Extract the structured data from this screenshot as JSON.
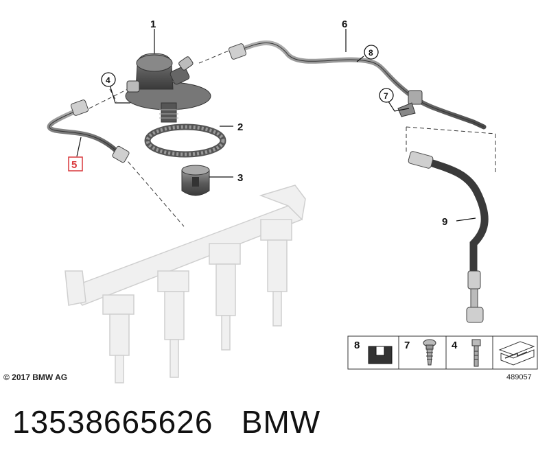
{
  "callouts": {
    "c1": "1",
    "c2": "2",
    "c3": "3",
    "c4": "4",
    "c5": "5",
    "c6": "6",
    "c7": "7",
    "c8": "8",
    "c9": "9"
  },
  "legend": {
    "items": [
      {
        "label": "8"
      },
      {
        "label": "7"
      },
      {
        "label": "4"
      }
    ],
    "image_number": "489057"
  },
  "copyright": "© 2017 BMW AG",
  "footer": {
    "part_number": "13538665626",
    "brand": "BMW"
  },
  "colors": {
    "highlight": "#d9373a",
    "line": "#222222",
    "ghost": "#e6e6e6"
  }
}
